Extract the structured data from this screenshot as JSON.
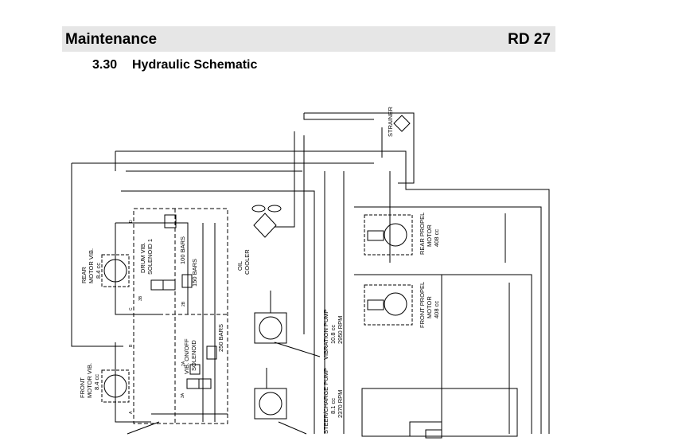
{
  "header": {
    "title": "Maintenance",
    "code": "RD 27"
  },
  "section": {
    "number": "3.30",
    "title": "Hydraulic Schematic"
  },
  "schematic": {
    "labels": {
      "strainer": "STRAINER",
      "oil_cooler_1": "OIL",
      "oil_cooler_2": "COOLER",
      "rear_motor_vib_1": "REAR",
      "rear_motor_vib_2": "MOTOR VIB.",
      "rear_motor_vib_3": "8.4 cc",
      "front_motor_vib_1": "FRONT",
      "front_motor_vib_2": "MOTOR VIB.",
      "front_motor_vib_3": "8.4 cc",
      "drum_vib_solenoid_1": "DRUM VIB.",
      "drum_vib_solenoid_2": "SOLENOID 1",
      "vib_onoff_solenoid_1": "VIB. ON/OFF",
      "vib_onoff_solenoid_2": "SOLENOID",
      "relief_100": "100 BARS",
      "relief_150": "150 BARS",
      "relief_250": "250 BARS",
      "vibration_pump_1": "VIBRATION PUMP",
      "vibration_pump_2": "10.8 cc",
      "vibration_pump_3": "2950 RPM",
      "steer_charge_pump_1": "STEER/CHARGE PUMP",
      "steer_charge_pump_2": "8.1 cc",
      "steer_charge_pump_3": "2370 RPM",
      "rear_propel_motor_1": "REAR PROPEL",
      "rear_propel_motor_2": "MOTOR",
      "rear_propel_motor_3": "408 cc",
      "front_propel_motor_1": "FRONT PROPEL",
      "front_propel_motor_2": "MOTOR",
      "front_propel_motor_3": "408 cc",
      "port_3b": "3B",
      "port_2b": "2B",
      "port_2a": "2A",
      "port_3a": "3A",
      "port_c": "C",
      "port_d": "D",
      "port_a": "A",
      "port_b": "B"
    }
  }
}
